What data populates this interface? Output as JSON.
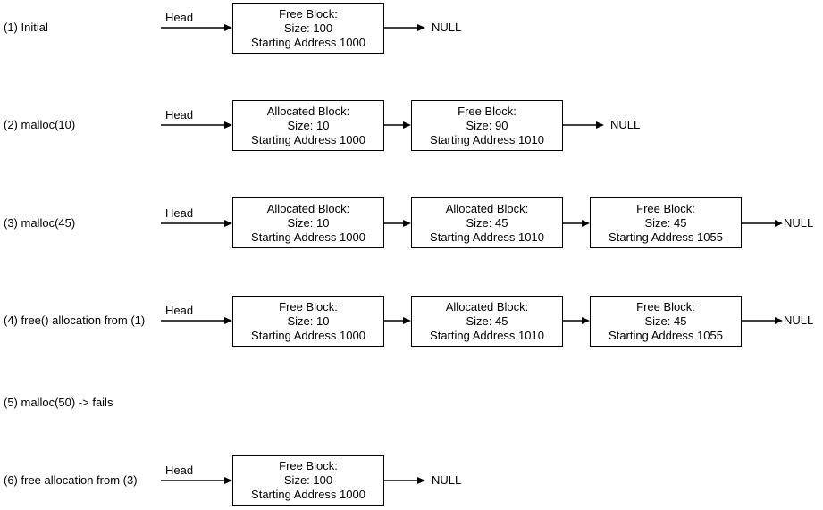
{
  "diagram": {
    "title": "Memory allocation linked-list states",
    "background_color": "#ffffff",
    "stroke_color": "#000000",
    "text_color": "#000000"
  },
  "rows": [
    {
      "label": "(1) Initial",
      "head_label": "Head",
      "null_label": "NULL",
      "nodes": [
        {
          "title": "Free Block:",
          "size": "Size: 100",
          "address": "Starting Address 1000"
        }
      ]
    },
    {
      "label": "(2) malloc(10)",
      "head_label": "Head",
      "null_label": "NULL",
      "nodes": [
        {
          "title": "Allocated Block:",
          "size": "Size: 10",
          "address": "Starting Address 1000"
        },
        {
          "title": "Free Block:",
          "size": "Size: 90",
          "address": "Starting Address 1010"
        }
      ]
    },
    {
      "label": "(3) malloc(45)",
      "head_label": "Head",
      "null_label": "NULL",
      "nodes": [
        {
          "title": "Allocated Block:",
          "size": "Size: 10",
          "address": "Starting Address 1000"
        },
        {
          "title": "Allocated Block:",
          "size": "Size: 45",
          "address": "Starting Address 1010"
        },
        {
          "title": "Free Block:",
          "size": "Size: 45",
          "address": "Starting Address 1055"
        }
      ]
    },
    {
      "label": "(4) free() allocation from (1)",
      "head_label": "Head",
      "null_label": "NULL",
      "nodes": [
        {
          "title": "Free Block:",
          "size": "Size: 10",
          "address": "Starting Address 1000"
        },
        {
          "title": "Allocated Block:",
          "size": "Size: 45",
          "address": "Starting Address 1010"
        },
        {
          "title": "Free Block:",
          "size": "Size: 45",
          "address": "Starting Address 1055"
        }
      ]
    },
    {
      "label": "(5) malloc(50) -> fails",
      "nodes": []
    },
    {
      "label": "(6) free allocation from (3)",
      "head_label": "Head",
      "null_label": "NULL",
      "nodes": [
        {
          "title": "Free Block:",
          "size": "Size: 100",
          "address": "Starting Address 1000"
        }
      ]
    }
  ]
}
